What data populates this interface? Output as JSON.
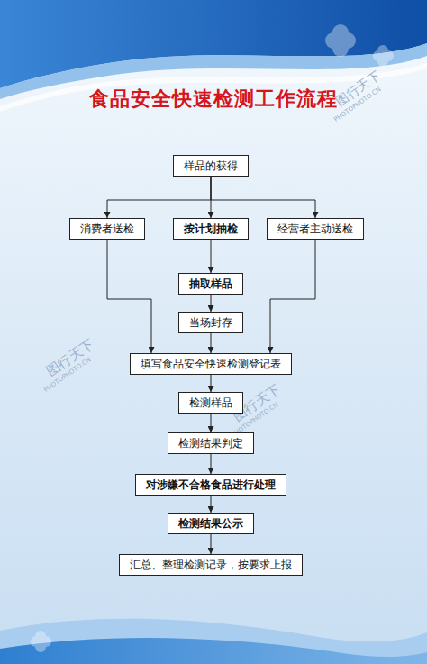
{
  "diagram": {
    "title": "食品安全快速检测工作流程",
    "nodes": [
      {
        "text": [
          "样品的获得"
        ]
      },
      {
        "text": [
          "消费者送检"
        ]
      },
      {
        "text": [
          "按计划抽检"
        ]
      },
      {
        "text": [
          "经营者主动送检"
        ]
      },
      {
        "text": [
          "抽取样品"
        ]
      },
      {
        "text": [
          "当场封存"
        ]
      },
      {
        "text": [
          "填写食品安全快速检测登记表"
        ]
      },
      {
        "text": [
          "检测样品"
        ]
      },
      {
        "text": [
          "检测结果判定"
        ]
      },
      {
        "text": [
          "对涉嫌不合格食品进行处理"
        ]
      },
      {
        "text": [
          "检测结果公示"
        ]
      },
      {
        "text": [
          "汇总、整理检测记录，按要求上报"
        ]
      }
    ],
    "edges": [
      {
        "from": 0,
        "to": 1,
        "arrow": "to"
      },
      {
        "from": 0,
        "to": 2,
        "arrow": "to"
      },
      {
        "from": 0,
        "to": 3,
        "arrow": "to"
      },
      {
        "from": 2,
        "to": 4,
        "arrow": "to"
      },
      {
        "from": 4,
        "to": 5,
        "arrow": "to"
      },
      {
        "from": 5,
        "to": 6,
        "arrow": "to"
      },
      {
        "from": 1,
        "to": 6,
        "arrow": "to"
      },
      {
        "from": 3,
        "to": 6,
        "arrow": "to"
      },
      {
        "from": 6,
        "to": 7,
        "arrow": "to"
      },
      {
        "from": 7,
        "to": 8,
        "arrow": "to"
      },
      {
        "from": 8,
        "to": 9,
        "arrow": "to"
      },
      {
        "from": 9,
        "to": 10,
        "arrow": "to"
      },
      {
        "from": 10,
        "to": 11,
        "arrow": "to"
      }
    ],
    "labels": [
      "图行天下",
      "PHOTOPHOTO.CN",
      "图行天下",
      "PHOTOPHOTO.CN",
      "图行天下",
      "PHOTOPHOTO.CN"
    ]
  }
}
